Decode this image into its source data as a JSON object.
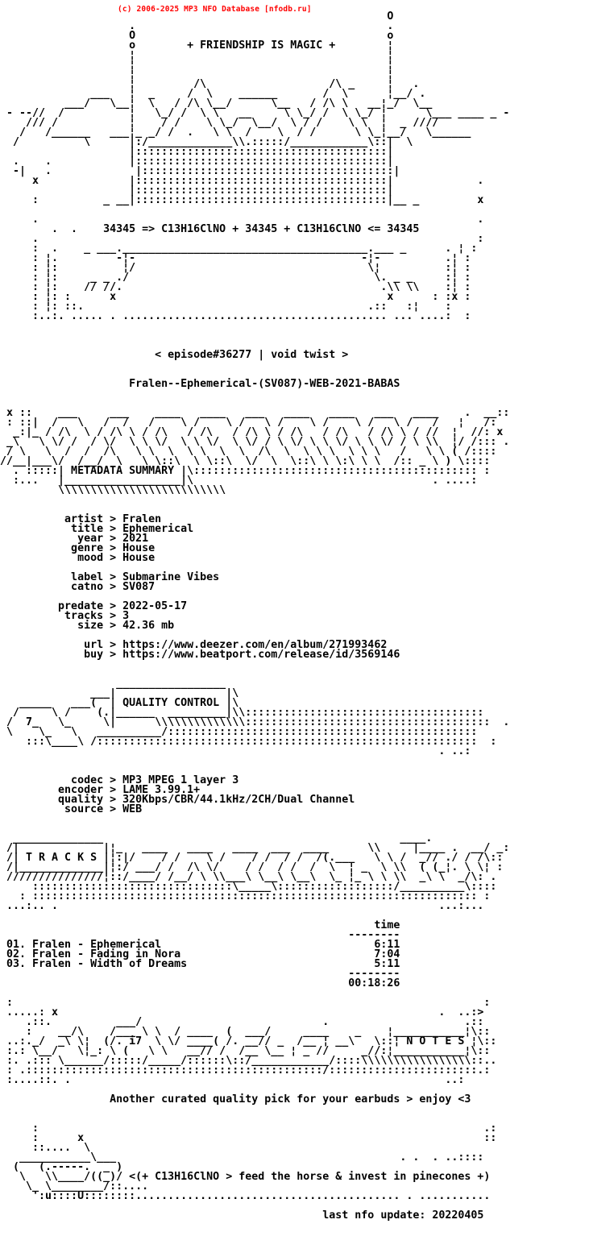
{
  "header": {
    "copyright": "(c) 2006-2025 MP3 NFO Database [nfodb.ru]"
  },
  "release": {
    "artist": "Fralen",
    "title": "Ephemerical",
    "year": "2021",
    "genre": "House",
    "mood": "House",
    "label": "Submarine Vibes",
    "catno": "SV087",
    "predate": "2022-05-17",
    "tracks": "3",
    "size": "42.36 mb",
    "url": "https://www.deezer.com/en/album/271993462",
    "buy": "https://www.beatport.com/release/id/3569146",
    "release_name": "Fralen--Ephemerical-(SV087)-WEB-2021-BABAS",
    "episode_line": "< episode#36277 | void twist >",
    "friendship_line": "+ FRIENDSHIP IS MAGIC +",
    "chemistry_line": "34345 => C13H16ClNO + 34345 + C13H16ClNO <= 34345"
  },
  "quality": {
    "codec": "MP3 MPEG 1 layer 3",
    "encoder": "LAME 3.99.1+",
    "quality": "320Kbps/CBR/44.1kHz/2CH/Dual Channel",
    "source": "WEB"
  },
  "tracklist": {
    "time_header": "time",
    "rows": [
      {
        "num": "01",
        "artist": "Fralen",
        "title": "Ephemerical",
        "time": "6:11"
      },
      {
        "num": "02",
        "artist": "Fralen",
        "title": "Fading in Nora",
        "time": "7:04"
      },
      {
        "num": "03",
        "artist": "Fralen",
        "title": "Width of Dreams",
        "time": "5:11"
      }
    ],
    "total_time": "00:18:26"
  },
  "banners": {
    "metadata": "METADATA SUMMARY",
    "quality": "QUALITY CONTROL",
    "tracks": "T R A C K S",
    "notes": "N O T E S"
  },
  "notes": {
    "message": "Another curated quality pick for your earbuds > enjoy <3",
    "horse_message": "<(+ C13H16ClNO > feed the horse & invest in pinecones +)",
    "last_update": "last nfo update: 20220405"
  },
  "colors": {
    "copyright_red": "#ff0000",
    "text_black": "#000000",
    "background": "#ffffff"
  },
  "art": {
    "intro": [
      "                                                            O",
      "                    .                                       .",
      "                    O                                       o",
      "                    o        + FRIENDSHIP IS MAGIC +        ¦",
      "                    ¦                                       ¦",
      "                    ¦                                       ¦",
      "                    ¦                                       ¦",
      "                    ¦         /\\                   /\\ _     ¦   .",
      "              ___   ¦  _     /  \\    ______       /  \\      ¦__/ .",
      "          ___/   \\__¦  \\   / /\\ \\__/      \\__   / /\\ \\   __¦_/  \\__",
      " - --//  /          ¦   \\_/ /  \\ \\   __     \\ \\_/ /  \\ \\_/ ¦      \\___ ____ _ -",
      "    /// /           ¦    / /    \\ \\_/  \\__/  \\ / /    \\ \\  ¦  _ ////",
      "   /   /______   ___¦_ _/ /  .   \\ \\  /    \\  / /      \\ \\_¦__/   \\______",
      "  /          \\      |:/_____________\\\\.:::::/____________\\::|  \\",
      "                    |:::::::::::::::::::::::::::::::::::::::|",
      "  .    .            |:::::::::::::::::::::::::::::::::::::::|",
      "  -|   .             |:::::::::::::::::::::::::::::::::::::::|",
      "     x              |:::::::::::::::::::::::::::::::::::::::|             .",
      "                    |:::::::::::::::::::::::::::::::::::::::|",
      "     :          _ __|:::::::::::::::::::::::::::::::::::::::|__ _         x",
      "",
      "     .                                                                    .",
      "        .  .    34345 => C13H16ClNO + 34345 + C13H16ClNO <= 34345",
      "     .                                                                    :"
    ],
    "table": [
      "     :  .    _ ___.______________________________________.___ _      . ¦ :",
      "     : ¦.         -¦-                                   -¦-          .¦ :",
      "     : ¦:          ¦/                                    \\¦          :¦ :",
      "     : ¦:     _ _ ./                                      \\. _ _     :¦ :",
      "     : ¦:    // //.                                        .\\\\ \\\\    :¦ :",
      "     : ¦: :      x                                          x      : :x :",
      "     : ¦: ::.                                            .::   :¦    :",
      "     :..:. ..... . ......................................... ... ....:  :"
    ],
    "episode": [
      "                        < episode#36277 | void twist >"
    ],
    "release_name": [
      "                    Fralen--Ephemerical-(SV087)-WEB-2021-BABAS"
    ],
    "metadata_banner": [
      " x ::    ___     ___    ____   ____   ___   ____   ____   ___   ____    .  __::",
      " : ::|  /   \\   /  /   /    \\ /    \\ /   \\ /    \\ /    \\ /   \\ /   /   ¦   /:",
      "  _:|_ / /\\  \\ / /\\ \\ / /\\   / /\\   / /\\ \\ / /\\   / /\\   / /\\ \\ / //  ¦  //: x",
      " _\\   \\ \\/ /  / \\/  \\ \\ \\/  \\ \\ \\/  \\ \\/ / \\ \\/ \\ \\ \\/ \\ \\ \\/ / \\ \\\\  ¦/ /::: .",
      " / \\   \\  /  /  /\\   \\ \\  \\  \\ \\  \\  \\  /\\  \\  \\ \\ \\  \\ \\ \\   /   \\ \\ ( /::::",
      "//__|___\\/  /__/  \\   \\ \\::\\  \\ \\::\\  \\/  \\  \\::\\ \\ \\:\\ \\ \\  /:: _ \\ ) \\::::",
      "  . :::::| METADATA SUMMARY |\\:::::::::::::::::::::::::::::::::::::::::::: :",
      "  :...   |__________________|\\                                     . ....:",
      "         \\\\\\\\\\\\\\\\\\\\\\\\\\\\\\\\\\\\\\\\\\\\\\\\\\\\"
    ],
    "metadata_fields": [
      "          artist > Fralen",
      "           title > Ephemerical",
      "            year > 2021",
      "           genre > House",
      "            mood > House",
      "",
      "           label > Submarine Vibes",
      "           catno > SV087",
      "",
      "         predate > 2022-05-17",
      "          tracks > 3",
      "            size > 42.36 mb",
      "",
      "             url > https://www.deezer.com/en/album/271993462",
      "             buy > https://www.beatport.com/release/id/3569146"
    ],
    "quality_banner": [
      "                  _________________",
      "              ___|                 |\\",
      "   _____   ___(  | QUALITY CONTROL |\\",
      "  /     \\ /    (.|______  _________|\\\\:::::::::::::::::::::::::::::::::::::",
      " /  7_   \\_     \\|      \\\\\\\\\\\\\\\\\\\\\\\\\\\\::::::::::::::::::::::::::::::::::::::  .",
      " \\    \\_   \\   __________/::::::::::::::::::::::::::::::::::::::::::::::::",
      "    :::\\____\\ /:::::::::::::::::::::::::::::::::::::::::::::::::::::::::::  :",
      "                                                                    . ..:"
    ],
    "quality_fields": [
      "           codec > MP3 MPEG 1 layer 3",
      "         encoder > LAME 3.99.1+",
      "         quality > 320Kbps/CBR/44.1kHz/2CH/Dual Channel",
      "          source > WEB"
    ],
    "tracks_banner": [
      "  ______________                                              ____.",
      " /|             |¦_   ____   ____   ____  ___  ____      \\\\     |____ .  __/ _:",
      " /| T R A C K S |¦:|/    / /    \\ /    / /  / /  /(.___   \\ \\ /  _// ./ / /\\::",
      " /|_____________|¦:/ ___/ /  /\\ \\/    / /  / /  /  \\  ¦ _  \\ \\\\  ( (_¦. \\ \\¦ :",
      " ///////////////¦::/____/ /__/ \\ \\\\___\\ \\__\\ \\__\\  \\_ ¦_ \\ \\ \\\\  _\\ \\  _/\\: .",
      "     :::::::::::::::::::::::::::::::\\_____\\::::::::::::::::::/__________\\::::",
      "   : ::::::::::::::::::::::::::::::::::::::::::::::::::::::::::::::::::::: :",
      " ...:.. .                                                           ...:..."
    ],
    "track_list": [
      "                                                          time",
      "                                                      --------",
      " 01. Fralen - Ephemerical                                 6:11",
      " 02. Fralen - Fading in Nora                              7:04",
      " 03. Fralen - Width of Dreams                             5:11",
      "                                                      --------",
      "                                                      00:18:26"
    ],
    "notes_banner": [
      " :                                                                         :",
      " .....: x                                                           .  ..:>",
      "    .::.          ___/                            .                     .::",
      "    :    __/\\    /___ \\ \\  / ____  (  ___/     ____    _    ¦___________¦\\::",
      " ..:._/  _\\ \\¦  (/. i7  \\ \\/ ____( /. __// _  /__ ¦ __\\   \\::¦ N O T E S ¦\\::",
      " :.: \\__/   \\¦_: \\ (   \\ \\   __// /  /__ \\__ ¦ _ //     _//:¦___________¦\\::",
      " :. .::: \\______/:::::/_____/::::::\\::/____________/::::\\\\\\\\\\\\\\\\\\\\\\\\\\\\\\\\\\::..",
      " : .::::::::::::::::::::::::::::::::::::::::::::::/:::::::::::::::::::::::.:",
      " :....::. .                                                          ..:"
    ],
    "notes_line": [
      "                 Another curated quality pick for your earbuds > enjoy <3"
    ],
    "outro": [
      "     :                                                                     .:",
      "     :      x                                                              ::",
      "     ::....  \\",
      "   ___________\\___                                            . .  . ..::::",
      "  (   (.-----.  _ )",
      "   \\   \\\\____/((_)/ <(+ C13H16ClNO > feed the horse & invest in pinecones +)",
      "    \\_ \\________/::....",
      "     ':u::::U::::::::......................................... . ..........."
    ],
    "footer": [
      "                                                  last nfo update: 20220405"
    ]
  }
}
